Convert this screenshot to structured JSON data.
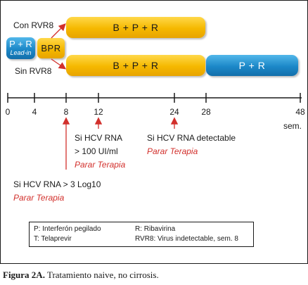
{
  "labels": {
    "con_rvr8": "Con RVR8",
    "sin_rvr8": "Sin RVR8",
    "pr_lead_in_top": "P + R",
    "pr_lead_in_bottom": "Lead-in",
    "bpr": "BPR",
    "bpr_top_bar": "B + P + R",
    "bpr_bottom_bar": "B + P + R",
    "pr_bar": "P + R"
  },
  "timeline": {
    "ticks": [
      "0",
      "4",
      "8",
      "12",
      "24",
      "28",
      "48"
    ],
    "unit": "sem."
  },
  "notes": {
    "n12_line1": "Si HCV RNA",
    "n12_line2": "> 100 UI/ml",
    "n12_action": "Parar Terapia",
    "n24_line1": "Si HCV RNA detectable",
    "n24_action": "Parar Terapia",
    "n8_line1": "Si HCV RNA > 3 Log10",
    "n8_action": "Parar Terapia"
  },
  "legend": {
    "p": "P: Interferón pegilado",
    "t": "T: Telaprevir",
    "r": "R: Ribavirina",
    "rvr8": "RVR8: Virus indetectable, sem. 8"
  },
  "caption": {
    "bold": "Figura 2A.",
    "text": " Tratamiento naive, no cirrosis."
  },
  "colors": {
    "yellow": "#f5b800",
    "blue": "#1c88c8",
    "red": "#d2302c"
  }
}
